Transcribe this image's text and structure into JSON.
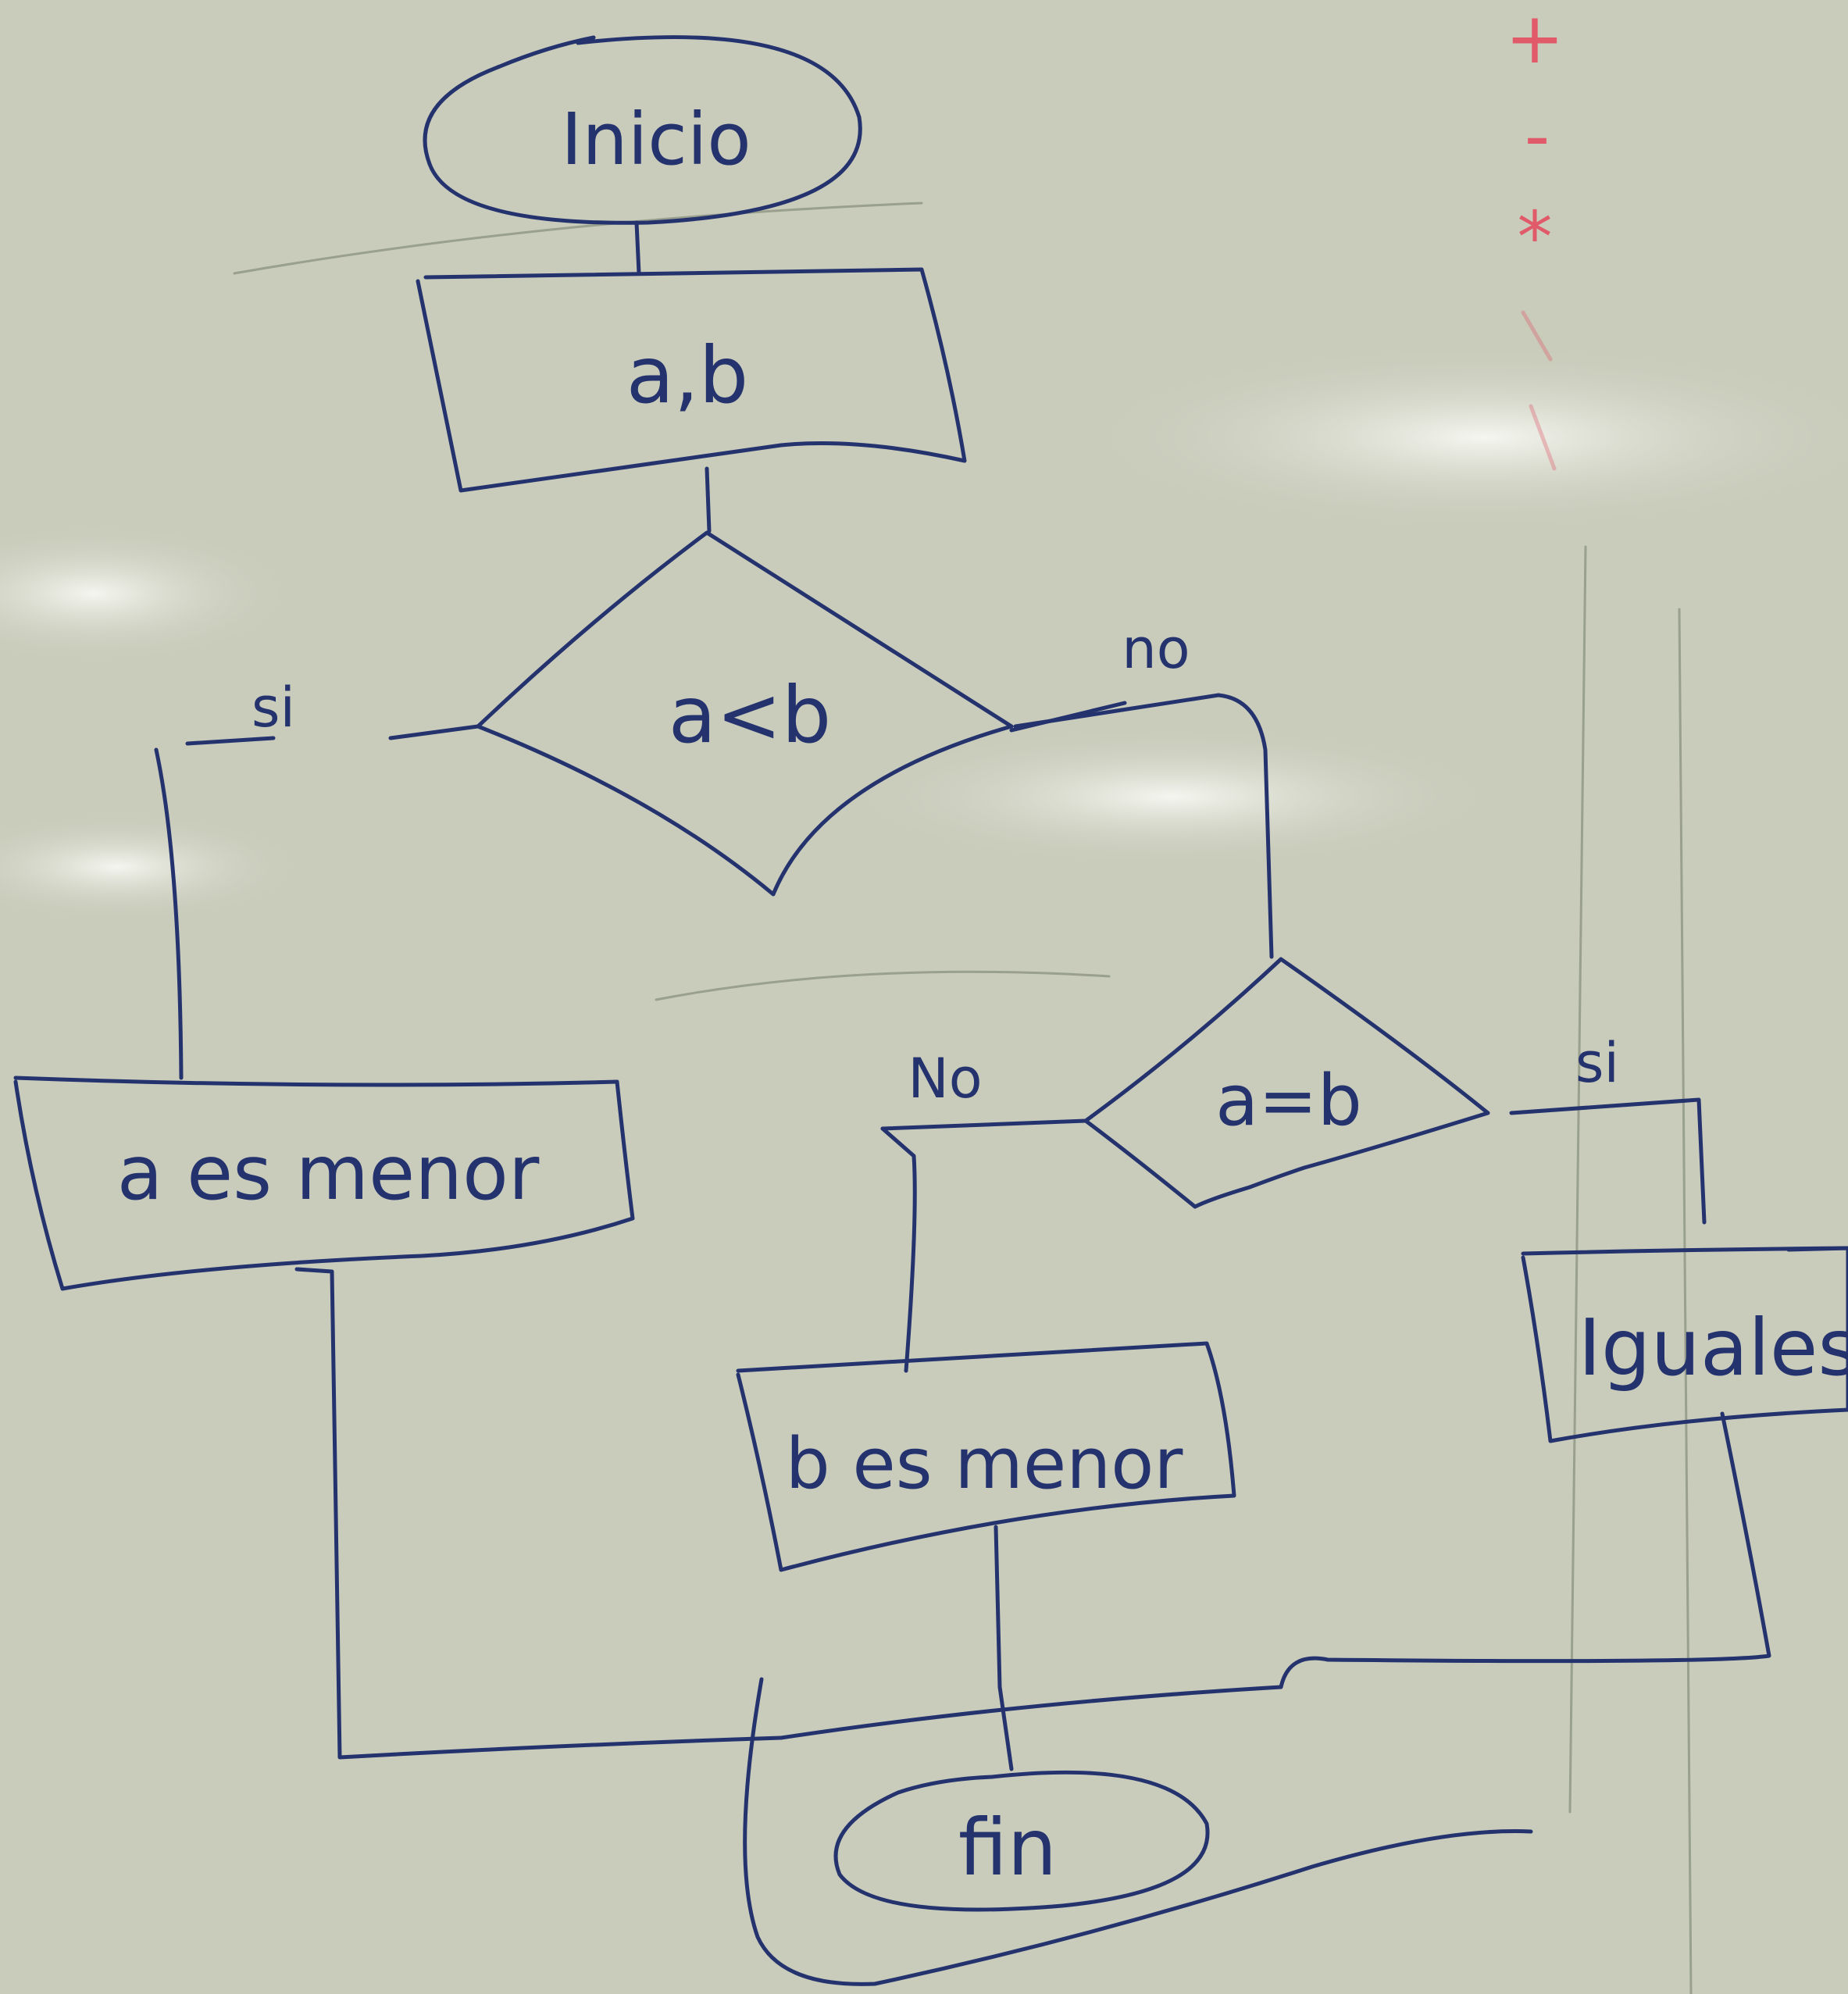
{
  "flowchart": {
    "start": "Inicio",
    "input": "a,b",
    "decision_1": "a<b",
    "decision_1_yes": "si",
    "decision_1_no": "no",
    "output_a": "a es menor",
    "decision_2": "a=b",
    "decision_2_no": "No",
    "decision_2_yes": "si",
    "output_b": "b es menor",
    "output_equal": "Iguales",
    "end": "fin"
  },
  "margin_marks": [
    "+",
    "-",
    "*"
  ],
  "colors": {
    "board": "#c9cbbb",
    "marker": "#24336e",
    "red_marker": "#e05a6a"
  }
}
